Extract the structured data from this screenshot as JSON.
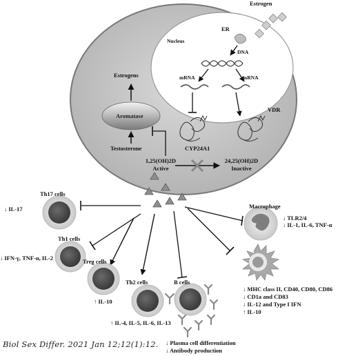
{
  "labels": {
    "estrogen": "Estrogen",
    "er": "ER",
    "nucleus": "Nucleus",
    "dna": "DNA",
    "mrna_left": "mRNA",
    "mrna_right": "mRNA",
    "vdr": "VDR",
    "estrogens": "Estrogens",
    "aromatase": "Aromatase",
    "testosterone": "Testosterone",
    "cyp24a1": "CYP24A1",
    "active_line1": "1,25(OH)2D",
    "active_line2": "Active",
    "inactive_line1": "24,25(OH)2D",
    "inactive_line2": "Inactive"
  },
  "cells": {
    "th17": {
      "name": "Th17 cells",
      "effect": "↓ IL-17"
    },
    "th1": {
      "name": "Th1 cells",
      "effect": "↓ IFN-γ, TNF-α, IL-2"
    },
    "treg": {
      "name": "Treg cells",
      "effect": "↑ IL-10"
    },
    "th2": {
      "name": "Th2 cells",
      "effect": "↑ IL-4, IL-5, IL-6, IL-13"
    },
    "bcells": {
      "name": "B cells",
      "effects": [
        "↓ Plasma cell differentiation",
        "↓ Antibody production"
      ]
    },
    "macrophage": {
      "name": "Macrophage",
      "effects": [
        "↓ TLR2/4",
        "↓ IL-1, IL-6, TNF-α"
      ]
    },
    "dendritic": {
      "effects": [
        "↓ MHC class II, CD40, CD80, CD86",
        "↓ CD1a and CD83",
        "↓ IL-12 and Type I IFN",
        "↑ IL-10"
      ]
    }
  },
  "citation": "Biol Sex Differ. 2021 Jan 12;12(1):12."
}
